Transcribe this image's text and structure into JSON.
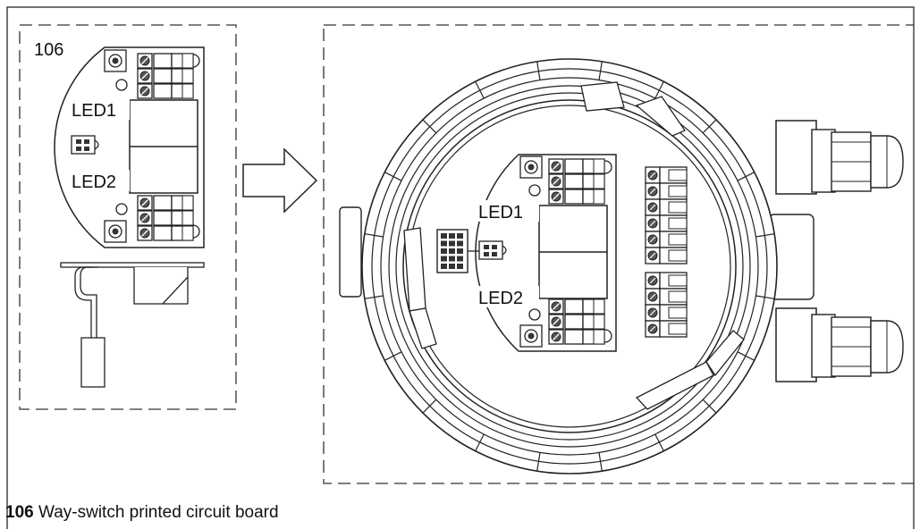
{
  "colors": {
    "ink": "#222222",
    "background": "#ffffff"
  },
  "detail": {
    "ref": "106",
    "led1": "LED1",
    "led2": "LED2"
  },
  "main": {
    "led1": "LED1",
    "led2": "LED2"
  },
  "caption": {
    "number": "106",
    "text": "Way-switch printed circuit board"
  }
}
